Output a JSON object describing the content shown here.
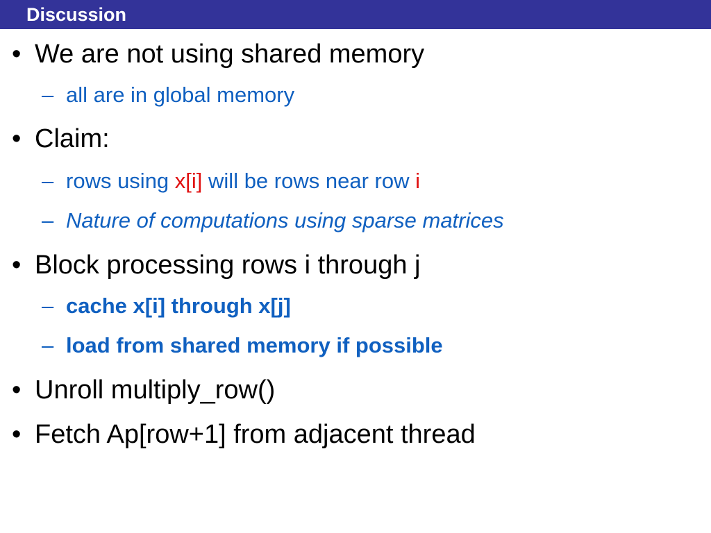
{
  "slide": {
    "title": "Discussion",
    "colors": {
      "title_bar": "#333399",
      "level1_text": "#000000",
      "level2_text": "#1060c0",
      "highlight": "#e01010"
    },
    "bullet_symbol": "•",
    "sub_bullet_symbol": "–",
    "items": [
      {
        "text": "We are not using shared memory",
        "subitems": [
          {
            "text": "all are in global memory"
          }
        ]
      },
      {
        "text": "Claim:",
        "subitems": [
          {
            "parts": [
              "rows using ",
              "x[i]",
              " will be rows near row ",
              "i"
            ]
          },
          {
            "text": "Nature of computations using sparse matrices",
            "style": "italic"
          }
        ]
      },
      {
        "text": "Block processing rows i through j",
        "subitems": [
          {
            "text": "cache x[i] through x[j]",
            "style": "bold"
          },
          {
            "text": "load from shared memory if possible",
            "style": "bold"
          }
        ]
      },
      {
        "text": "Unroll multiply_row()"
      },
      {
        "text": "Fetch Ap[row+1] from adjacent thread"
      }
    ]
  }
}
